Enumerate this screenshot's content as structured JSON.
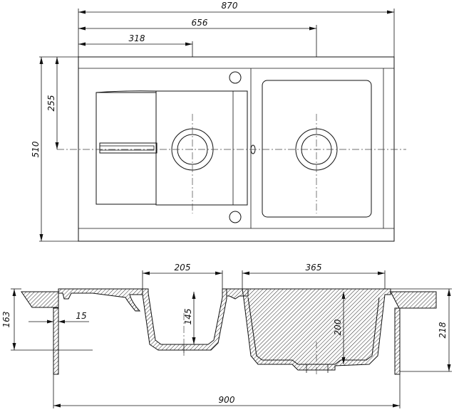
{
  "top_view": {
    "dimensions": {
      "overall_length": "870",
      "bowl_center_offset": "656",
      "drainer_bowl_center": "318",
      "overall_width": "510",
      "center_to_edge": "255"
    }
  },
  "section_view": {
    "dimensions": {
      "small_bowl_width": "205",
      "large_bowl_width": "365",
      "small_bowl_depth": "145",
      "large_bowl_depth": "200",
      "edge_offset": "15",
      "rim_height": "163",
      "overall_height": "218",
      "cabinet_width": "900"
    }
  }
}
